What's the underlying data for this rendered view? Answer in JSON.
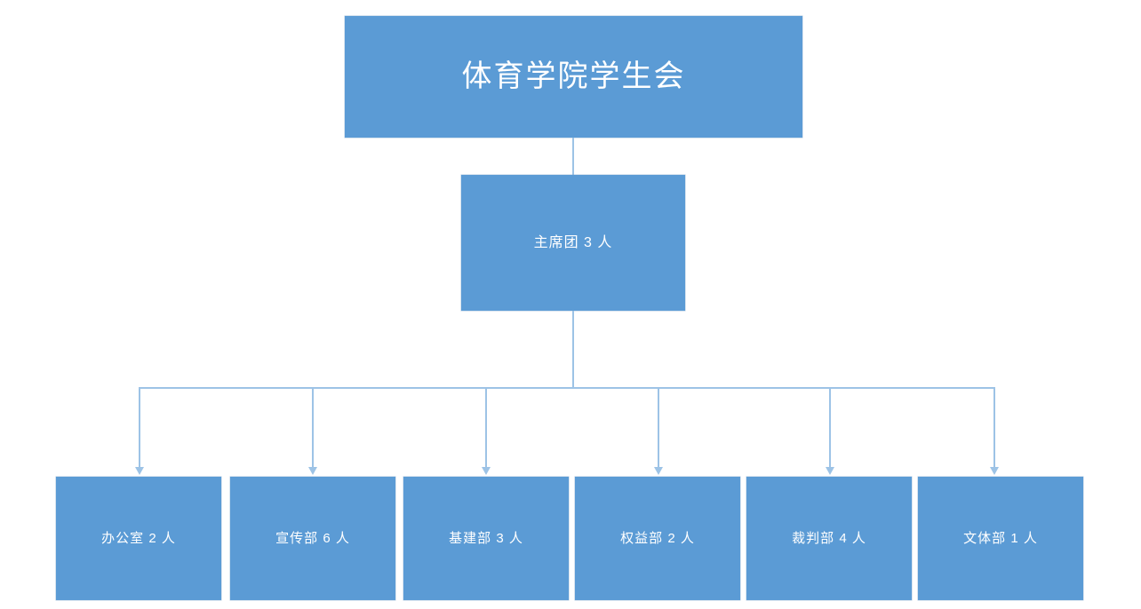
{
  "chart_data": {
    "type": "diagram",
    "title": "体育学院学生会",
    "diagram_kind": "organization-chart",
    "orientation": "top-down",
    "levels": [
      {
        "level": 1,
        "nodes": [
          "体育学院学生会"
        ]
      },
      {
        "level": 2,
        "nodes": [
          "主席团 3 人"
        ]
      },
      {
        "level": 3,
        "nodes": [
          "办公室 2 人",
          "宣传部 6 人",
          "基建部 3 人",
          "权益部 2 人",
          "裁判部 4 人",
          "文体部 1 人"
        ]
      }
    ],
    "headcounts": {
      "主席团": 3,
      "办公室": 2,
      "宣传部": 6,
      "基建部": 3,
      "权益部": 2,
      "裁判部": 4,
      "文体部": 1
    },
    "edges": [
      {
        "from": "体育学院学生会",
        "to": "主席团 3 人",
        "arrow": false
      },
      {
        "from": "主席团 3 人",
        "to": "办公室 2 人",
        "arrow": true
      },
      {
        "from": "主席团 3 人",
        "to": "宣传部 6 人",
        "arrow": true
      },
      {
        "from": "主席团 3 人",
        "to": "基建部 3 人",
        "arrow": true
      },
      {
        "from": "主席团 3 人",
        "to": "权益部 2 人",
        "arrow": true
      },
      {
        "from": "主席团 3 人",
        "to": "裁判部 4 人",
        "arrow": true
      },
      {
        "from": "主席团 3 人",
        "to": "文体部 1 人",
        "arrow": true
      }
    ]
  },
  "colors": {
    "node_fill": "#5B9BD5",
    "node_text": "#FFFFFF",
    "connector": "#9DC3E6",
    "background": "#FFFFFF"
  },
  "chart": {
    "root": {
      "label": "体育学院学生会"
    },
    "presidium": {
      "label": "主席团 3 人"
    },
    "departments": [
      {
        "label": "办公室 2 人"
      },
      {
        "label": "宣传部 6 人"
      },
      {
        "label": "基建部 3 人"
      },
      {
        "label": "权益部 2 人"
      },
      {
        "label": "裁判部 4 人"
      },
      {
        "label": "文体部 1 人"
      }
    ]
  }
}
